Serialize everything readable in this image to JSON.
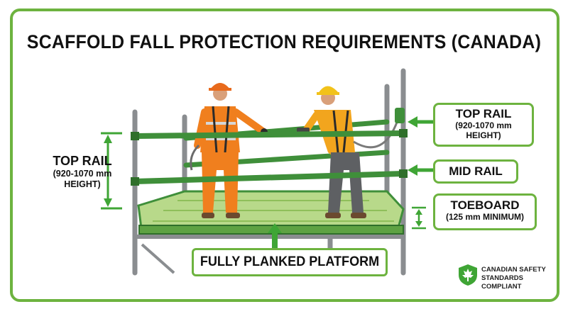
{
  "title": "SCAFFOLD FALL PROTECTION REQUIREMENTS (CANADA)",
  "left_label": {
    "main": "TOP RAIL",
    "sub1": "(920-1070 mm",
    "sub2": "HEIGHT)"
  },
  "right_labels": {
    "top_rail": {
      "main": "TOP RAIL",
      "sub1": "(920-1070 mm",
      "sub2": "HEIGHT)"
    },
    "mid_rail": {
      "main": "MID RAIL"
    },
    "toeboard": {
      "main": "TOEBOARD",
      "sub": "(125 mm MINIMUM)"
    }
  },
  "platform_label": "FULLY PLANKED PLATFORM",
  "badge": {
    "line1": "CANADIAN SAFETY",
    "line2": "STANDARDS COMPLIANT",
    "icon": "maple-leaf-shield-icon"
  },
  "colors": {
    "accent": "#6db33f",
    "rail": "#3f8f3a",
    "vest": "#f07f1e",
    "hardhat_orange": "#e86a1c",
    "hardhat_yellow": "#f2c21a",
    "plank": "#a9cf6e"
  }
}
